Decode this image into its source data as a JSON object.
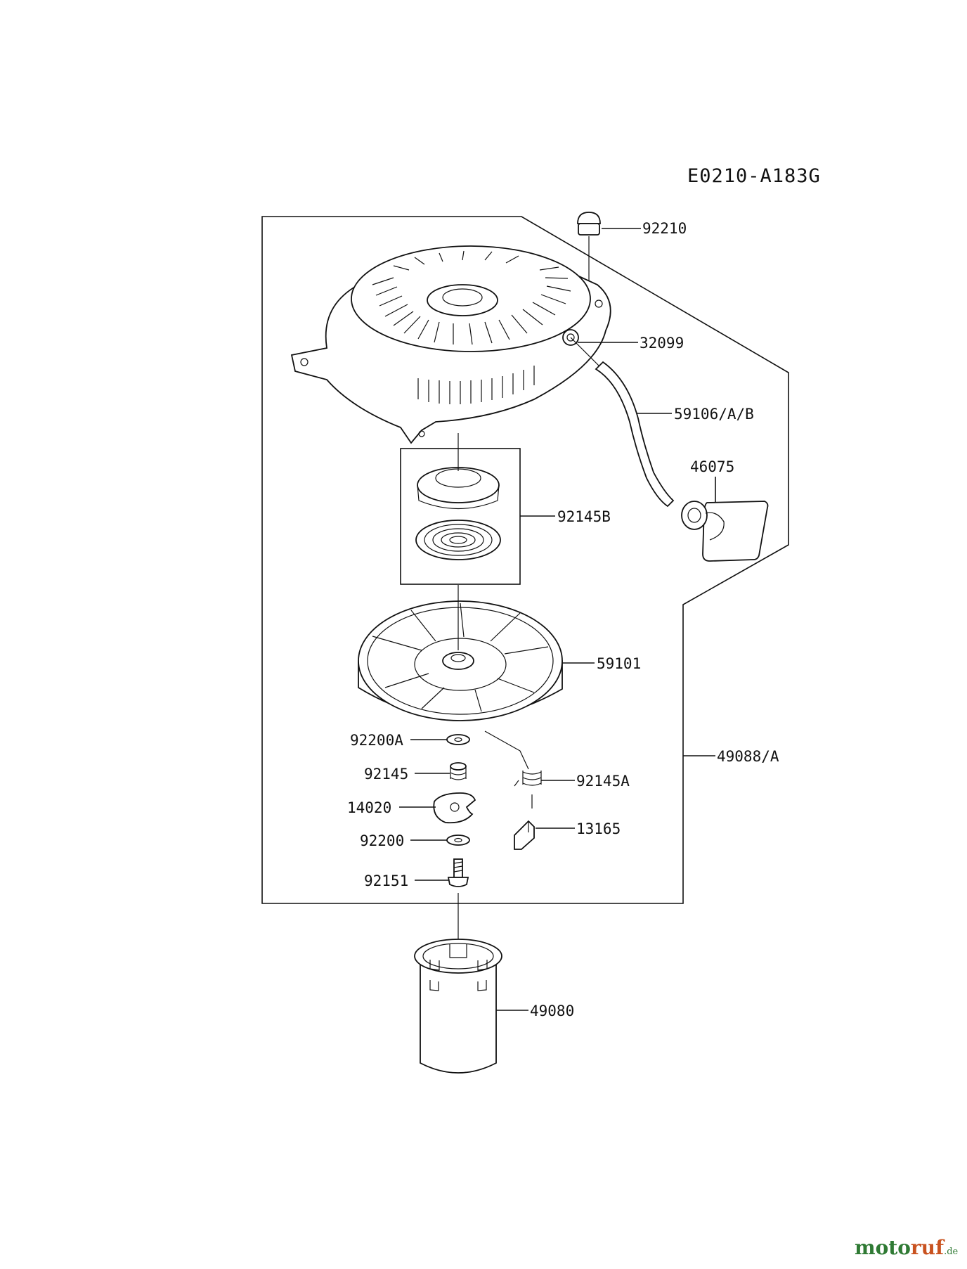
{
  "diagram": {
    "code": "E0210-A183G",
    "callouts": [
      {
        "id": "92210",
        "label": "92210"
      },
      {
        "id": "32099",
        "label": "32099"
      },
      {
        "id": "59106",
        "label": "59106/A/B"
      },
      {
        "id": "46075",
        "label": "46075"
      },
      {
        "id": "92145B",
        "label": "92145B"
      },
      {
        "id": "59101",
        "label": "59101"
      },
      {
        "id": "92200A",
        "label": "92200A"
      },
      {
        "id": "92145",
        "label": "92145"
      },
      {
        "id": "92145A",
        "label": "92145A"
      },
      {
        "id": "14020",
        "label": "14020"
      },
      {
        "id": "13165",
        "label": "13165"
      },
      {
        "id": "92200",
        "label": "92200"
      },
      {
        "id": "92151",
        "label": "92151"
      },
      {
        "id": "49088",
        "label": "49088/A"
      },
      {
        "id": "49080",
        "label": "49080"
      }
    ]
  },
  "watermark": {
    "part1": "moto",
    "part2": "ruf",
    "suffix": ".de"
  }
}
